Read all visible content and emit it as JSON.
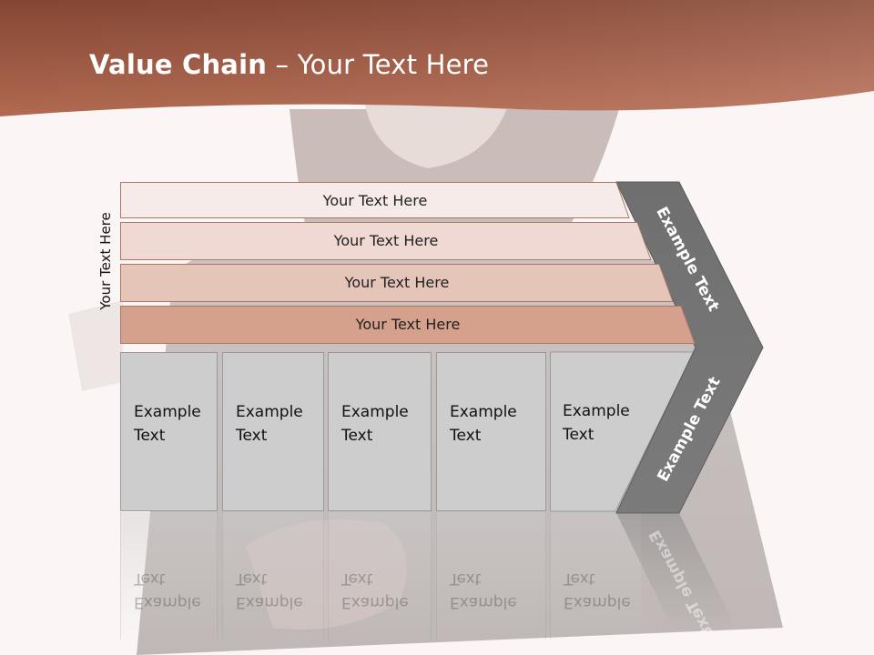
{
  "title": {
    "bold": "Value Chain",
    "rest": " – Your Text Here"
  },
  "side_label": "Your Text Here",
  "rows": [
    {
      "label": "Your Text Here"
    },
    {
      "label": "Your Text Here"
    },
    {
      "label": "Your Text Here"
    },
    {
      "label": "Your Text Here"
    }
  ],
  "activities": [
    {
      "label": "Example\nText"
    },
    {
      "label": "Example\nText"
    },
    {
      "label": "Example\nText"
    },
    {
      "label": "Example\nText"
    },
    {
      "label": "Example\nText"
    }
  ],
  "chevron": {
    "upper": "Example Text",
    "lower": "Example Text"
  },
  "colors": {
    "header": "#b0664d",
    "row1": "#f6ebe8",
    "row2": "#efd9d2",
    "row3": "#e6c5b9",
    "row4": "#d5a08c",
    "box": "#cdcdcd",
    "chevron": "#737373"
  }
}
